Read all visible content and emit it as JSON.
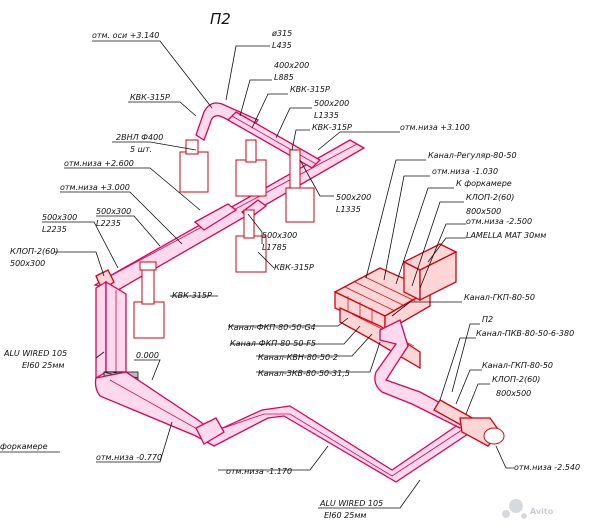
{
  "title": "П2",
  "labels": {
    "otm_osi": "отм. оси +3.140",
    "d315": "ø315",
    "l435": "L435",
    "s400x200": "400x200",
    "l885": "L885",
    "kvk1": "КВК-315Р",
    "kvk2": "КВК-315Р",
    "s500x200_a": "500x200",
    "l1335_a": "L1335",
    "kvk3": "КВК-315Р",
    "otm_niza_3100": "отм.низа +3.100",
    "vnl": "2ВНЛ Ф400",
    "vnl_count": "5 шт.",
    "otm_niza_2600": "отм.низа +2.600",
    "otm_niza_3000": "отм.низа +3.000",
    "s500x200_b": "500x200",
    "l1335_b": "L1335",
    "s500x300_a": "500x300",
    "l2235_a": "L2235",
    "s500x300_b": "500x300",
    "l2235_b": "L2235",
    "s500x300_c": "500x300",
    "l1785": "L1785",
    "klop_left": "КЛОП-2(60)",
    "klop_left_size": "500x300",
    "kvk4": "КВК-315Р",
    "kvk5": "КВК-315Р",
    "alu_left": "ALU WIRED 105",
    "ei_left": "EI60 25мм",
    "zero": "0.000",
    "forkamera_left": "форкамере",
    "otm_niza_m0770": "отм.низа -0.770",
    "otm_niza_m1170": "отм.низа -1.170",
    "alu_bottom": "ALU WIRED 105",
    "ei_bottom": "EI60 25мм",
    "kanal_regulyar": "Канал-Регуляр-80-50",
    "otm_niza_m1030": "отм.низа -1.030",
    "k_forkamere": "К форкамере",
    "klop_right1": "КЛОП-2(60)",
    "s800x500_a": "800x500",
    "otm_niza_m2500": "отм.низа -2.500",
    "lamella": "LAMELLA MAT 30мм",
    "kanal_gkp_1": "Канал-ГКП-80-50",
    "kanal_fkp_g4": "Канал-ФКП-80-50-G4",
    "kanal_fkp_f5": "Канал-ФКП-80-50-F5",
    "kanal_kvn": "Канал-КВН-80-50-2",
    "kanal_zkv": "Канал-ЗКВ-80-50-31,5",
    "p2_small": "П2",
    "kanal_pkv": "Канал-ПКВ-80-50-6-380",
    "kanal_gkp_2": "Канал-ГКП-80-50",
    "klop_right2": "КЛОП-2(60)",
    "s800x500_b": "800x500",
    "otm_niza_m2540": "отм.низа -2.540"
  },
  "watermark": "Avito"
}
